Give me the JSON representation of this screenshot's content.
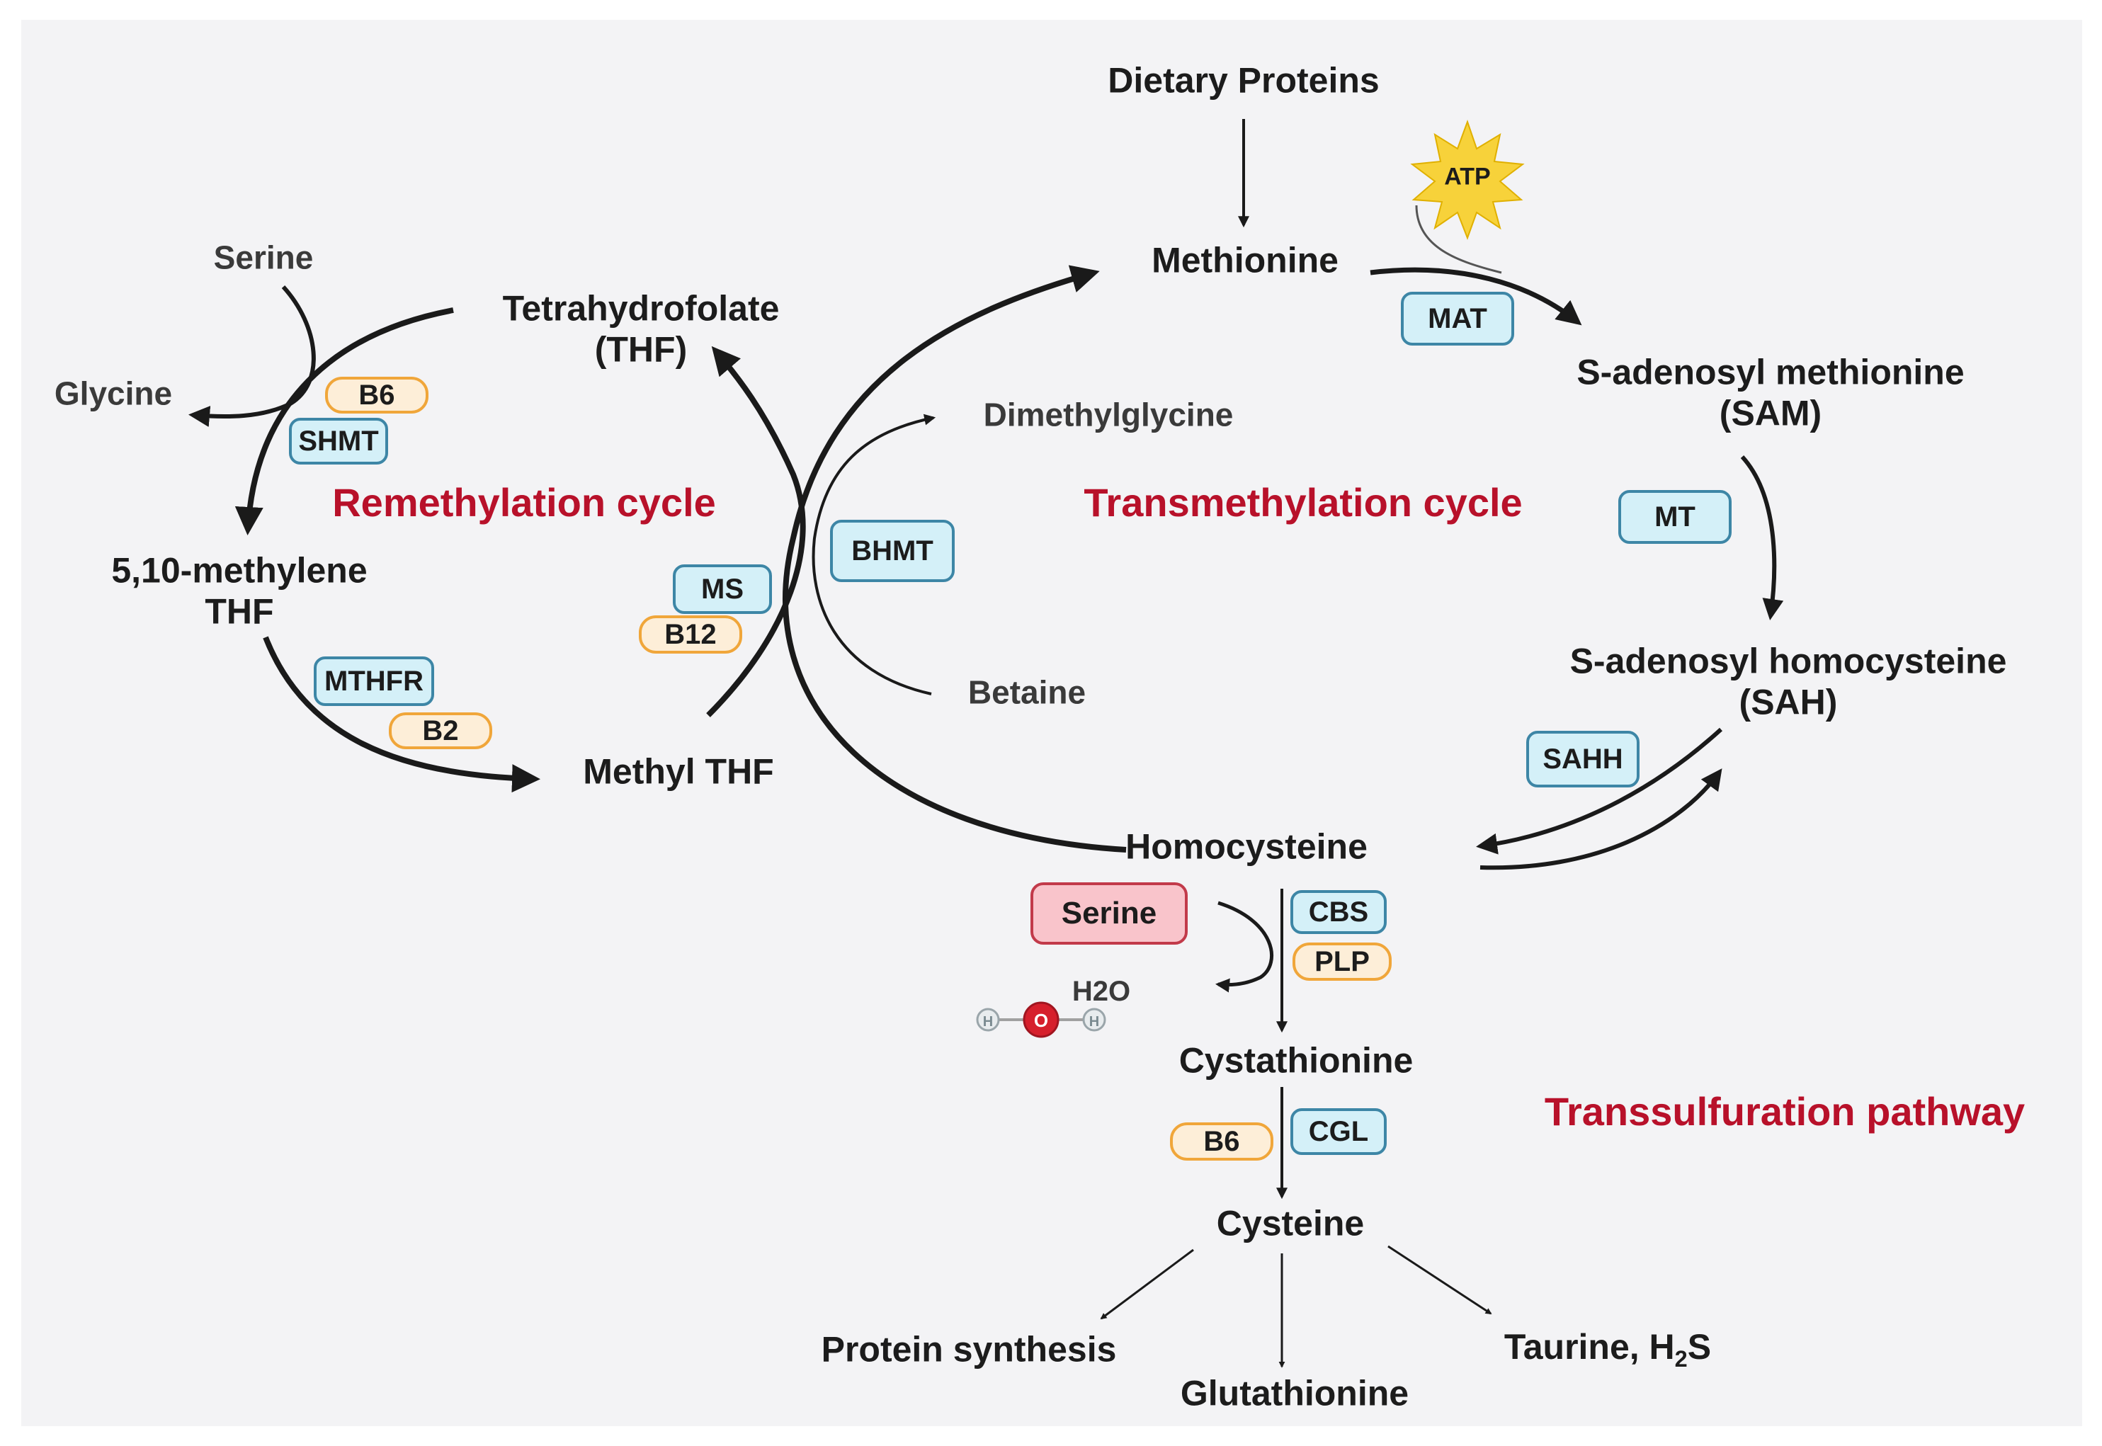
{
  "metabolites": {
    "dietary_proteins": "Dietary Proteins",
    "methionine": "Methionine",
    "sam": "S-adenosyl methionine\n(SAM)",
    "sah": "S-adenosyl homocysteine\n(SAH)",
    "homocysteine": "Homocysteine",
    "cystathionine": "Cystathionine",
    "cysteine": "Cysteine",
    "protein_synthesis": "Protein synthesis",
    "glutathionine": "Glutathionine",
    "taurine": "Taurine, H",
    "taurine_sub": "2",
    "taurine_tail": "S",
    "thf": "Tetrahydrofolate\n(THF)",
    "methylene_thf": "5,10-methylene\nTHF",
    "methyl_thf": "Methyl THF",
    "serine_top": "Serine",
    "glycine": "Glycine",
    "dimethylglycine": "Dimethylglycine",
    "betaine": "Betaine",
    "h2o": "H2O"
  },
  "cycles": {
    "remethylation": "Remethylation cycle",
    "transmethylation": "Transmethylation cycle",
    "transsulfuration": "Transsulfuration pathway"
  },
  "enzymes": {
    "mat": "MAT",
    "mt": "MT",
    "sahh": "SAHH",
    "bhmt": "BHMT",
    "ms": "MS",
    "shmt": "SHMT",
    "mthfr": "MTHFR",
    "cbs": "CBS",
    "cgl": "CGL"
  },
  "cofactors": {
    "b6_top": "B6",
    "b12": "B12",
    "b2": "B2",
    "plp": "PLP",
    "b6_bottom": "B6"
  },
  "substrates": {
    "serine_box": "Serine",
    "atp": "ATP"
  },
  "colors": {
    "cycle_label": "#b8112a",
    "enzyme_fill": "#d4f0f8",
    "enzyme_border": "#3d86a6",
    "cofactor_fill": "#fdeed8",
    "cofactor_border": "#f0a63a",
    "serine_fill": "#f9c4cb",
    "atp_star": "#f7d23a",
    "oxygen": "#d61f2c"
  },
  "icons": {
    "atp": "starburst-icon",
    "water": "water-molecule-icon"
  }
}
